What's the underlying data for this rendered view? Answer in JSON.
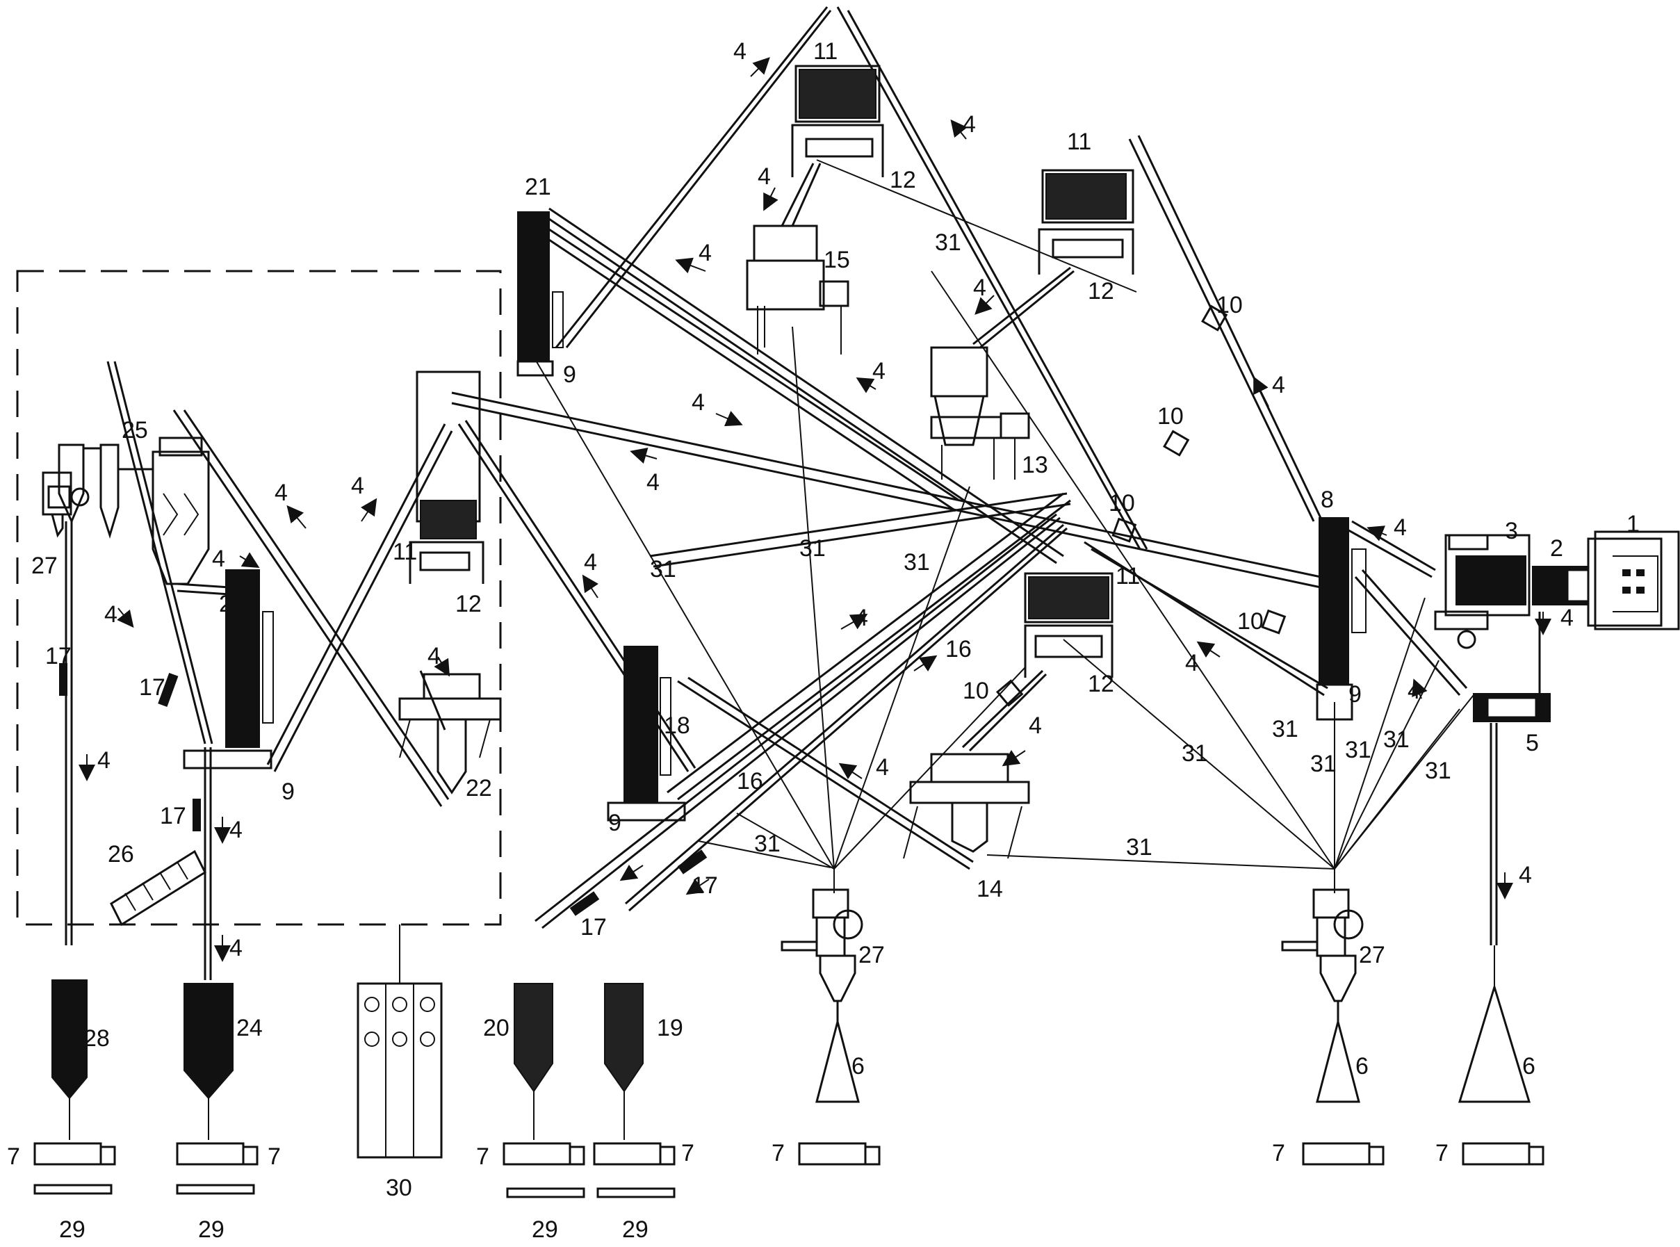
{
  "labels": {
    "n1": "1",
    "n2": "2",
    "n3": "3",
    "n4": "4",
    "n5": "5",
    "n6": "6",
    "n7": "7",
    "n8": "8",
    "n9": "9",
    "n10": "10",
    "n11": "11",
    "n12": "12",
    "n13": "13",
    "n14": "14",
    "n15": "15",
    "n16": "16",
    "n17": "17",
    "n18": "18",
    "n19": "19",
    "n20": "20",
    "n21": "21",
    "n22": "22",
    "n23": "23",
    "n24": "24",
    "n25": "25",
    "n26": "26",
    "n27": "27",
    "n28": "28",
    "n29": "29",
    "n30": "30",
    "n31": "31"
  }
}
